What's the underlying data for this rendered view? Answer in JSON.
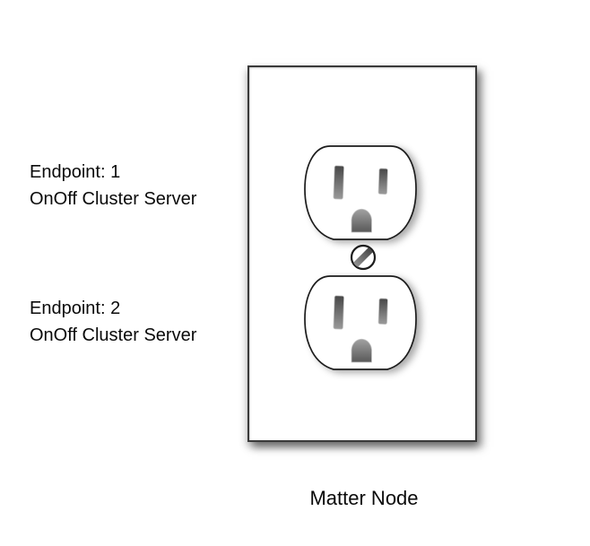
{
  "diagram": {
    "caption": "Matter Node",
    "endpoints": [
      {
        "id_label": "Endpoint: 1",
        "cluster_label": "OnOff Cluster Server"
      },
      {
        "id_label": "Endpoint: 2",
        "cluster_label": "OnOff Cluster Server"
      }
    ],
    "colors": {
      "background": "#ffffff",
      "plate_fill": "#ffffff",
      "plate_border": "#3a3a3a",
      "face_outline": "#1c1c1c",
      "slot_top": "#474747",
      "slot_bottom": "#9a9a9a",
      "ground_top": "#a2a2a2",
      "ground_bottom": "#585858",
      "screw_slot_top": "#3f3f3f",
      "screw_slot_bottom": "#9a9a9a",
      "text": "#0a0a0a"
    }
  }
}
